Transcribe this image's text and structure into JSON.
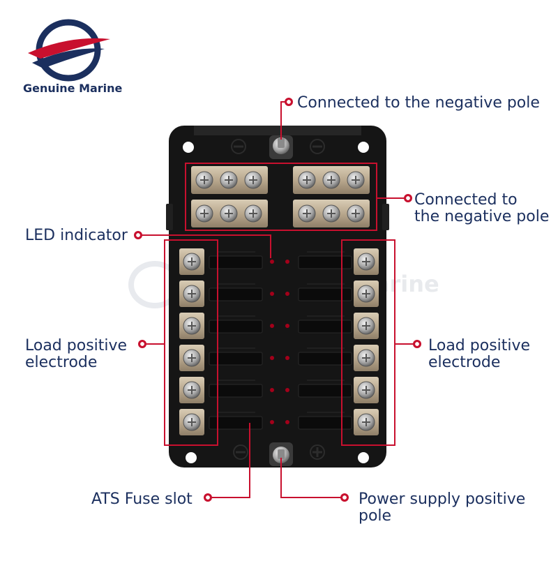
{
  "brand": {
    "name": "Genuine Marine",
    "watermark": "Marine"
  },
  "labels": {
    "neg_top": "Connected to the negative pole",
    "neg_side_1": "Connected to",
    "neg_side_2": "the negative pole",
    "led": "LED indicator",
    "load_left_1": "Load positive",
    "load_left_2": "electrode",
    "load_right_1": "Load positive",
    "load_right_2": "electrode",
    "ats": "ATS Fuse slot",
    "power_1": "Power supply positive",
    "power_2": "pole"
  },
  "colors": {
    "accent": "#c8102e",
    "text": "#1b2f5e",
    "body": "#151515",
    "metal": "#b9a88e"
  },
  "icons": {
    "logo": "genuine-marine-logo",
    "minus": "minus-icon",
    "plus": "plus-icon",
    "callout": "callout-dot-icon"
  }
}
